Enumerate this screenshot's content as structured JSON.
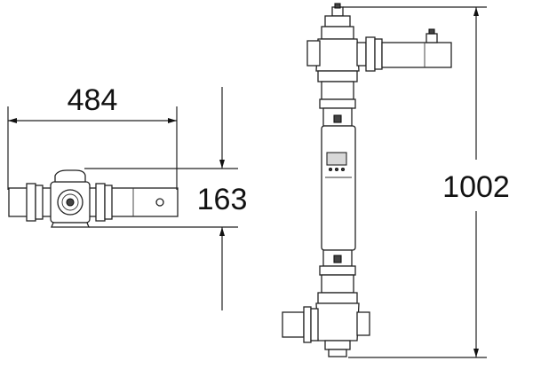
{
  "dimensions": {
    "width_label": "484",
    "height_label": "163",
    "length_label": "1002"
  },
  "colors": {
    "line": "#222222",
    "background": "#ffffff"
  }
}
